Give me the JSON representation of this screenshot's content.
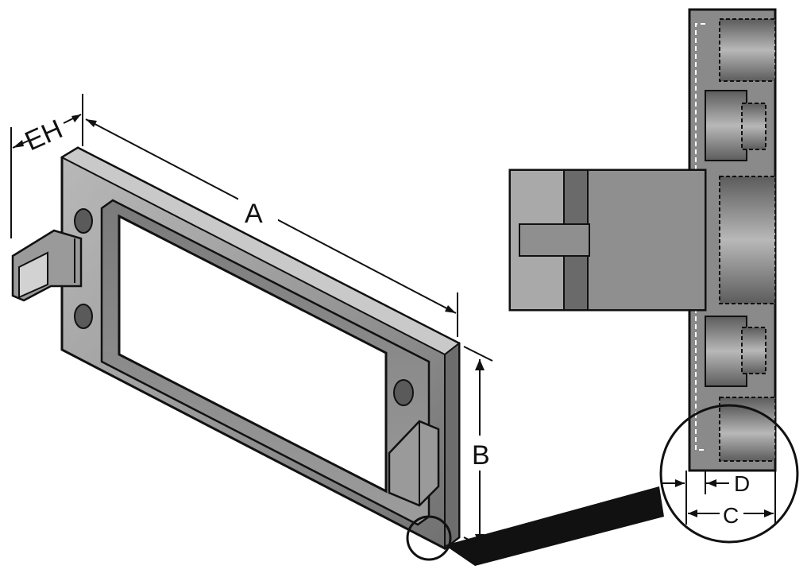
{
  "diagram": {
    "labels": {
      "A": "A",
      "B": "B",
      "C": "C",
      "D": "D",
      "EH": "EH"
    },
    "colors": {
      "frame_light": "#a9a9a9",
      "frame_mid": "#8a8a8a",
      "frame_dark": "#5e5e5e",
      "background": "#ffffff",
      "outline": "#111111"
    }
  }
}
